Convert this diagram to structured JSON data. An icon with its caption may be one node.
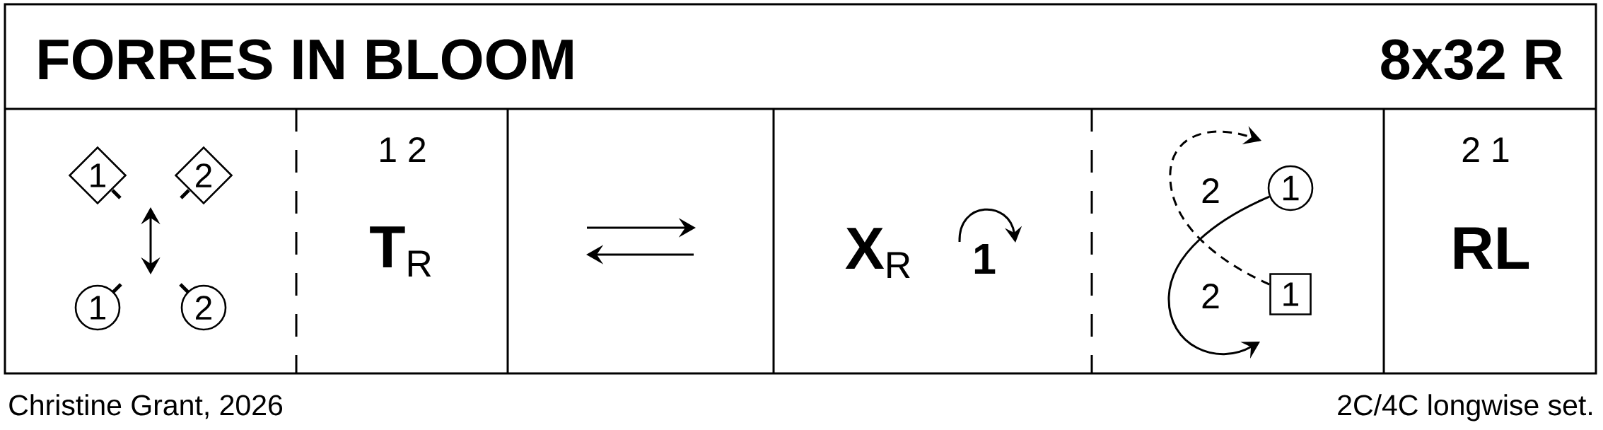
{
  "diagram": {
    "title": "FORRES IN BLOOM",
    "nodes": [
      {
        "text": [
          "1"
        ]
      },
      {
        "text": [
          "2"
        ]
      },
      {
        "text": [
          "1"
        ]
      },
      {
        "text": [
          "2"
        ]
      },
      {
        "text": [
          "1"
        ]
      },
      {
        "text": [
          "1"
        ]
      }
    ],
    "edges": [
      {
        "from": 4,
        "to": null,
        "arrow": "to"
      },
      {
        "from": 5,
        "to": null,
        "arrow": "to",
        "style": "dashed"
      }
    ],
    "labels": [
      "8x32 R",
      "1 2",
      "**T**$_{R}$",
      "**X**$_{R}$",
      "1",
      "2",
      "2",
      "2 1",
      "RL",
      "Christine Grant, 2026",
      "2C/4C longwise set."
    ]
  }
}
